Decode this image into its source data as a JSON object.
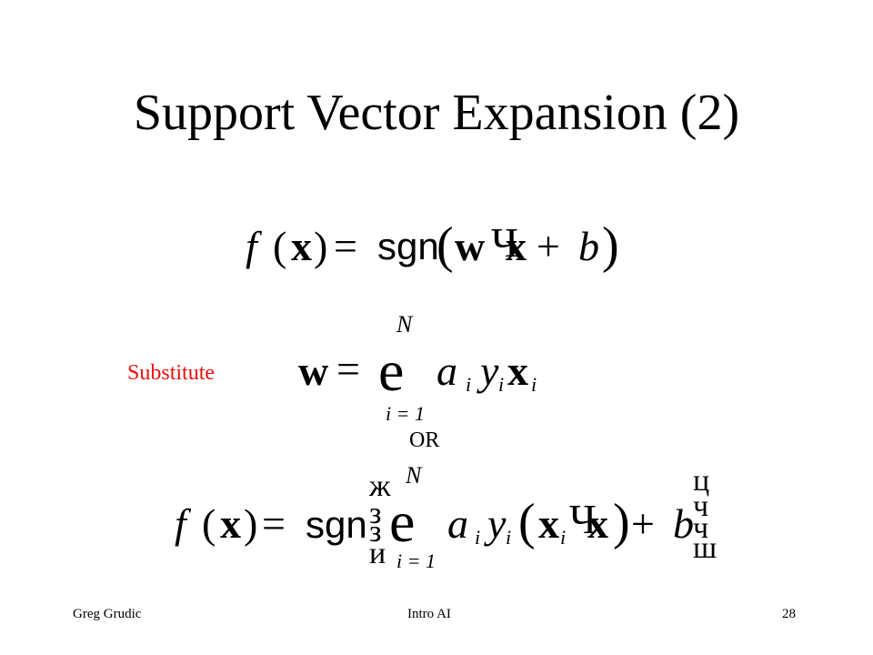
{
  "slide": {
    "title": "Support Vector Expansion (2)",
    "substitute_label": "Substitute",
    "or_label": "OR",
    "accent_color": "#e8100f"
  },
  "equations": {
    "eq1": {
      "f": "f",
      "lparen": "(",
      "x": "x",
      "rparen": ")",
      "equals": "=",
      "sgn": "sgn",
      "big_lparen": "(",
      "w": "w",
      "dot": "Ч",
      "x2": "x",
      "plus": "+",
      "b": "b",
      "big_rparen": ")"
    },
    "eq2": {
      "w": "w",
      "equals": "=",
      "sum_symbol": "e",
      "upper": "N",
      "lower": "i = 1",
      "a": "a",
      "i1": "i",
      "y": "y",
      "i2": "i",
      "x": "x",
      "i3": "i"
    },
    "eq3": {
      "f": "f",
      "lparen": "(",
      "x": "x",
      "rparen": ")",
      "equals": "=",
      "sgn": "sgn",
      "bracket_left_top": "ж",
      "bracket_left_mid1": "з",
      "bracket_left_mid2": "з",
      "bracket_left_bottom": "и",
      "sum_symbol": "e",
      "upper": "N",
      "lower": "i = 1",
      "a": "a",
      "i1": "i",
      "y": "y",
      "i2": "i",
      "paren_open": "(",
      "x_i": "x",
      "i3": "i",
      "dot": "Ч",
      "x2": "x",
      "paren_close": ")",
      "plus": "+",
      "b": "b",
      "bracket_right_top": "ц",
      "bracket_right_mid1": "ч",
      "bracket_right_mid2": "ч",
      "bracket_right_bottom": "ш"
    }
  },
  "footer": {
    "author": "Greg Grudic",
    "course": "Intro AI",
    "page_number": "28"
  }
}
